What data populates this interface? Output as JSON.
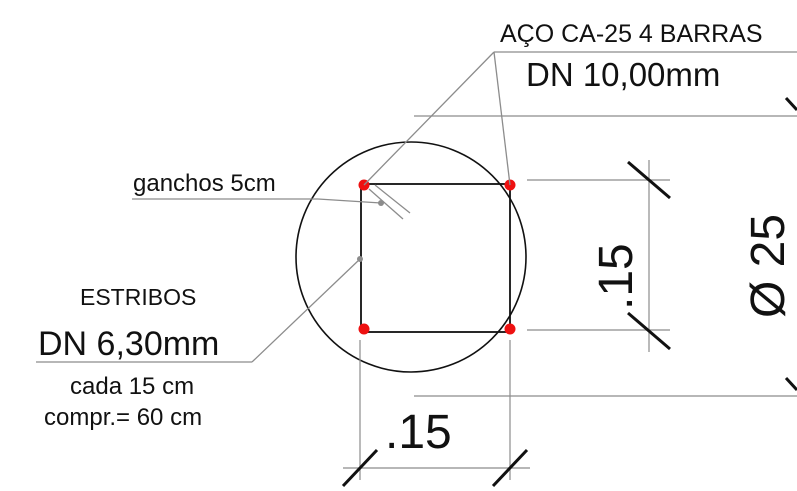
{
  "labels": {
    "steel_spec": "AÇO CA-25 4 BARRAS",
    "steel_diameter": "DN 10,00mm",
    "hooks": "ganchos 5cm",
    "stirrups_title": "ESTRIBOS",
    "stirrups_diameter": "DN 6,30mm",
    "stirrups_spacing": "cada 15 cm",
    "stirrups_length": "compr.= 60 cm",
    "dim_width": ".15",
    "dim_height": ".15",
    "dim_diameter": "Ø 25"
  },
  "colors": {
    "rebar": "#ee1111",
    "line": "#111111",
    "leader": "#8c8c8c"
  }
}
